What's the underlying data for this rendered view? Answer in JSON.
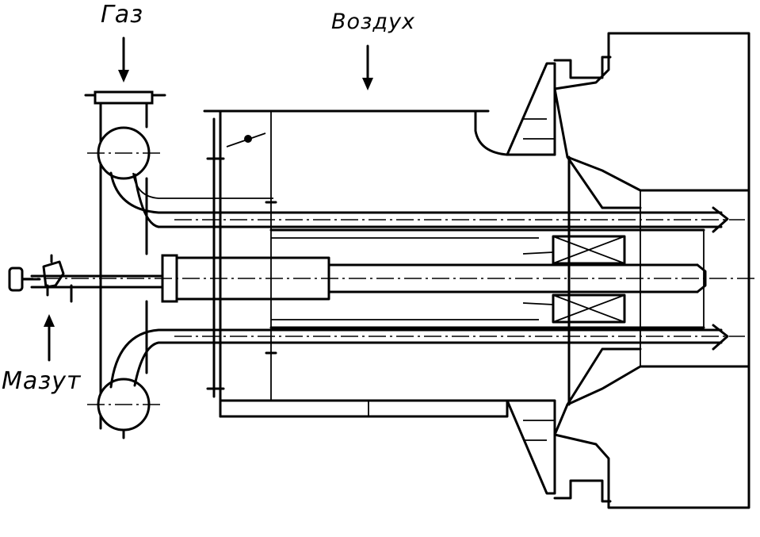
{
  "labels": {
    "gas": "Газ",
    "air": "Воздух",
    "fuel_oil": "Мазут"
  },
  "colors": {
    "line": "#000000",
    "background": "#ffffff"
  }
}
